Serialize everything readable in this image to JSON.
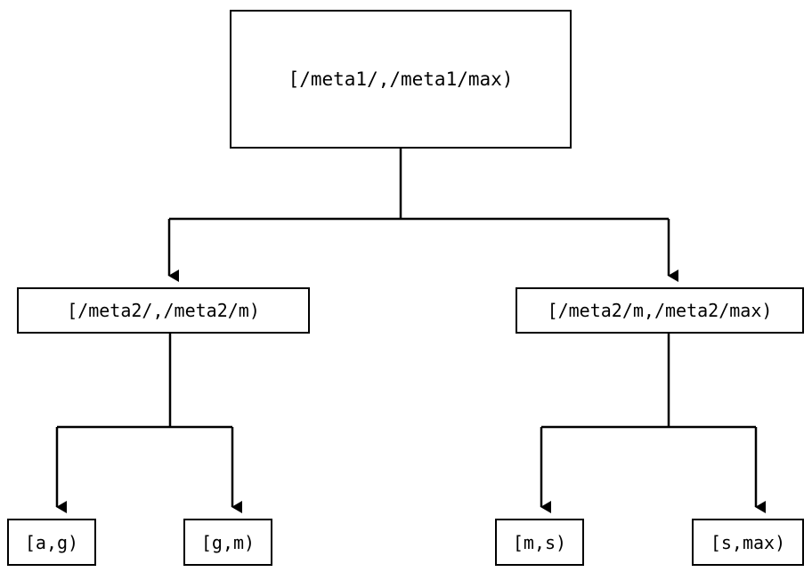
{
  "diagram": {
    "type": "tree",
    "orientation": "top-down",
    "stroke_color": "#000000",
    "background_color": "#ffffff",
    "edge_style": "orthogonal",
    "arrowhead": "filled-triangle-down",
    "nodes": {
      "root": {
        "label": "[/meta1/,/meta1/max)"
      },
      "left_mid": {
        "label": "[/meta2/,/meta2/m)"
      },
      "right_mid": {
        "label": "[/meta2/m,/meta2/max)"
      },
      "leaf_ag": {
        "label": "[a,g)"
      },
      "leaf_gm": {
        "label": "[g,m)"
      },
      "leaf_ms": {
        "label": "[m,s)"
      },
      "leaf_smax": {
        "label": "[s,max)"
      }
    },
    "edges": [
      {
        "from": "root",
        "to": "left_mid"
      },
      {
        "from": "root",
        "to": "right_mid"
      },
      {
        "from": "left_mid",
        "to": "leaf_ag"
      },
      {
        "from": "left_mid",
        "to": "leaf_gm"
      },
      {
        "from": "right_mid",
        "to": "leaf_ms"
      },
      {
        "from": "right_mid",
        "to": "leaf_smax"
      }
    ]
  }
}
